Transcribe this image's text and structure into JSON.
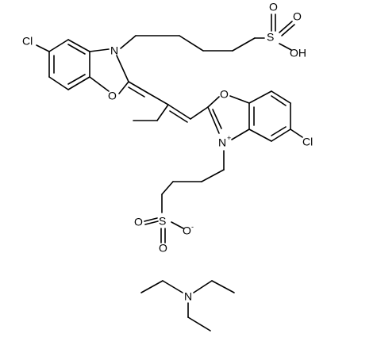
{
  "atoms": {
    "cl_top": "Cl",
    "n_top": "N",
    "o_top_ring": "O",
    "s_top": "S",
    "o_top_s1": "O",
    "o_top_s2": "O",
    "oh_top": "OH",
    "o_right_ring": "O",
    "n_right": "N",
    "n_right_charge": "+",
    "cl_right": "Cl",
    "s_bottom": "S",
    "o_bottom_s1": "O",
    "o_bottom_s2": "O",
    "o_bottom_s3": "O",
    "o_bottom_s3_charge": "-",
    "n_amine": "N"
  }
}
